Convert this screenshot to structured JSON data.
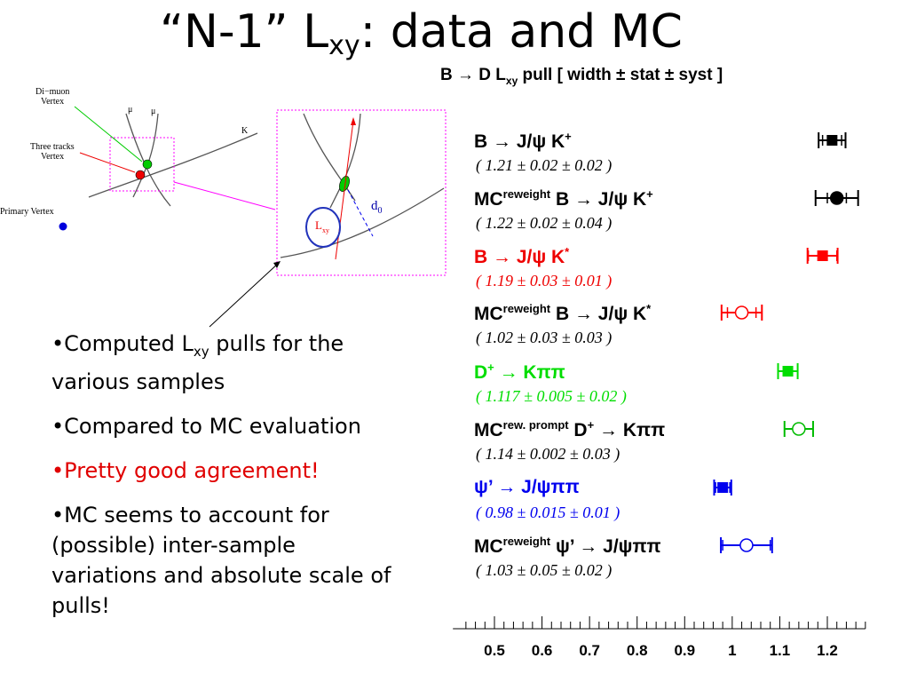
{
  "slide": {
    "title_main": "“N-1” L",
    "title_sub": "xy",
    "title_rest": ": data and MC"
  },
  "chart_data": {
    "type": "scatter",
    "title_prefix": "B → D L",
    "title_sub": "xy",
    "title_suffix": " pull [ width ± stat ± syst ]",
    "xlim": [
      0.45,
      1.28
    ],
    "ticks": [
      "0.5",
      "0.6",
      "0.7",
      "0.8",
      "0.9",
      "1",
      "1.1",
      "1.2"
    ],
    "tick_values": [
      0.5,
      0.6,
      0.7,
      0.8,
      0.9,
      1.0,
      1.1,
      1.2
    ],
    "series": [
      {
        "name_main": "B → J/ψ K",
        "name_sup": "+",
        "value_text": "( 1.21 ± 0.02  ± 0.02 )",
        "width": 1.21,
        "stat": 0.02,
        "syst": 0.02,
        "color": "#000000",
        "filled": true,
        "marker": "square"
      },
      {
        "name_pre": "MC",
        "name_pre_sup": "reweight",
        "name_main": " B → J/ψ K",
        "name_sup": "+",
        "value_text": "( 1.22  ± 0.02  ± 0.04 )",
        "width": 1.22,
        "stat": 0.02,
        "syst": 0.04,
        "color": "#000000",
        "filled": true,
        "marker": "circle"
      },
      {
        "name_main": "B → J/ψ K",
        "name_sup": "*",
        "value_text": "( 1.19  ± 0.03  ± 0.01 )",
        "width": 1.19,
        "stat": 0.03,
        "syst": 0.01,
        "color": "#ff0000",
        "filled": true,
        "marker": "square"
      },
      {
        "name_pre": "MC",
        "name_pre_sup": "reweight",
        "name_main": " B → J/ψ K",
        "name_sup": "*",
        "value_text": "( 1.02  ± 0.03  ± 0.03 )",
        "width": 1.02,
        "stat": 0.03,
        "syst": 0.03,
        "color": "#ff0000",
        "filled": false,
        "marker": "circle"
      },
      {
        "name_main": "D",
        "name_main_sup": "+",
        "name_tail": " → Kππ",
        "value_text": "( 1.117  ± 0.005  ± 0.02 )",
        "width": 1.117,
        "stat": 0.005,
        "syst": 0.02,
        "color": "#00dd00",
        "filled": true,
        "marker": "square"
      },
      {
        "name_pre": "MC",
        "name_pre_sup": "rew. prompt",
        "name_main": " D",
        "name_main_sup": "+",
        "name_tail": " → Kππ",
        "value_text": "( 1.14   ± 0.002  ± 0.03 )",
        "width": 1.14,
        "stat": 0.002,
        "syst": 0.03,
        "color": "#00bb00",
        "filled": false,
        "marker": "circle"
      },
      {
        "name_main": "ψ’ → J/ψππ",
        "value_text": "( 0.98  ± 0.015  ± 0.01 )",
        "width": 0.98,
        "stat": 0.015,
        "syst": 0.01,
        "color": "#0000ee",
        "filled": true,
        "marker": "square"
      },
      {
        "name_pre": "MC",
        "name_pre_sup": "reweight",
        "name_main": " ψ’ → J/ψππ",
        "value_text": "( 1.03  ± 0.05  ± 0.02 )",
        "width": 1.03,
        "stat": 0.05,
        "syst": 0.02,
        "color": "#0000ee",
        "filled": false,
        "marker": "circle"
      }
    ]
  },
  "diagram": {
    "dimuon_vertex": "Di−muon\nVertex",
    "three_tracks_vertex": "Three tracks\nVertex",
    "primary_vertex": "Primary Vertex",
    "mu1": "μ",
    "mu2": "μ",
    "kaon": "K",
    "lxy_main": "L",
    "lxy_sub": "xy",
    "d0_main": "d",
    "d0_sub": "0"
  },
  "bullets": {
    "b1_pre": "•Computed L",
    "b1_sub": "xy",
    "b1_post": " pulls for the various samples",
    "b2": "•Compared to MC evaluation",
    "b3": "•Pretty good agreement!",
    "b4": "•MC seems to account for (possible) inter-sample variations and absolute scale of pulls!"
  }
}
